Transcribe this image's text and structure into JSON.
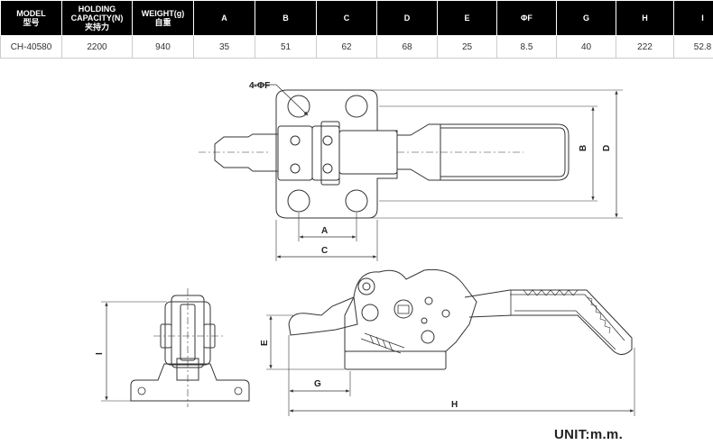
{
  "table": {
    "headers": [
      {
        "line1": "MODEL",
        "line2": "型号",
        "line3": ""
      },
      {
        "line1": "HOLDING",
        "line2": "CAPACITY(N)",
        "line3": "夹持力"
      },
      {
        "line1": "WEIGHT(g)",
        "line2": "自重",
        "line3": ""
      },
      {
        "line1": "A",
        "line2": "",
        "line3": ""
      },
      {
        "line1": "B",
        "line2": "",
        "line3": ""
      },
      {
        "line1": "C",
        "line2": "",
        "line3": ""
      },
      {
        "line1": "D",
        "line2": "",
        "line3": ""
      },
      {
        "line1": "E",
        "line2": "",
        "line3": ""
      },
      {
        "line1": "ΦF",
        "line2": "",
        "line3": ""
      },
      {
        "line1": "G",
        "line2": "",
        "line3": ""
      },
      {
        "line1": "H",
        "line2": "",
        "line3": ""
      },
      {
        "line1": "I",
        "line2": "",
        "line3": ""
      }
    ],
    "row": [
      "CH-40580",
      "2200",
      "940",
      "35",
      "51",
      "62",
      "68",
      "25",
      "8.5",
      "40",
      "222",
      "52.8"
    ]
  },
  "drawing": {
    "dim_labels": {
      "hole": "4-ΦF",
      "a": "A",
      "b": "B",
      "c": "C",
      "d": "D",
      "e": "E",
      "g": "G",
      "h": "H",
      "i": "I"
    }
  },
  "unit_label": "UNIT:m.m."
}
